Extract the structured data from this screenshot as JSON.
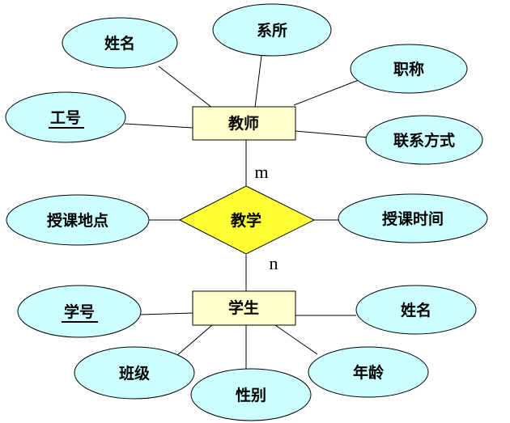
{
  "entities": {
    "teacher": "教师",
    "student": "学生"
  },
  "relationship": {
    "name": "教学",
    "teacher_cardinality": "m",
    "student_cardinality": "n"
  },
  "teacher_attributes": {
    "name": "姓名",
    "department": "系所",
    "title": "职称",
    "id": "工号",
    "contact": "联系方式"
  },
  "relationship_attributes": {
    "location": "授课地点",
    "time": "授课时间"
  },
  "student_attributes": {
    "id": "学号",
    "name": "姓名",
    "class": "班级",
    "gender": "性别",
    "age": "年龄"
  },
  "colors": {
    "entity_fill": "#ffffcc",
    "attribute_fill": "#ccffff",
    "relationship_fill": "#ffff33",
    "stroke": "#000000"
  }
}
